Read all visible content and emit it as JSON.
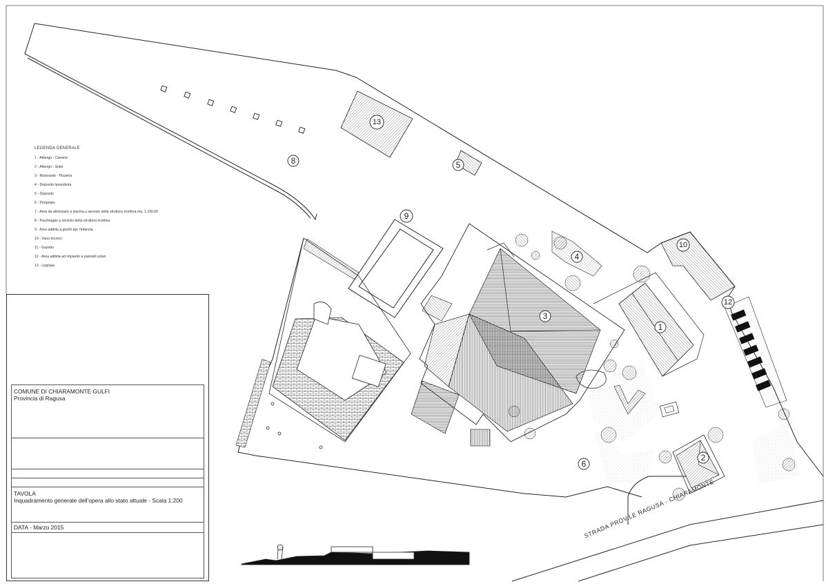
{
  "legend": {
    "title": "LEGENDA GENERALE",
    "items": [
      "1 - Albergo - Camere",
      "2 - Albergo - Suite",
      "3 - Ristorante - Pizzeria",
      "4 - Deposito lavanderia",
      "5 - Deposito",
      "6 - Pergolato",
      "7 - Area da attrezzare a piscina a servizio della struttura ricettiva mq. 1.230,00",
      "8 - Parcheggio a servizio della struttura ricettiva",
      "9 - Area adibita a giochi per l'infanzia",
      "10 - Vano tecnico",
      "11 - Gazebo",
      "12 - Area adibita ad impianto a pannelli solari",
      "13 - Legnaia"
    ]
  },
  "title_block": {
    "comune": "COMUNE DI CHIARAMONTE GULFI",
    "provincia": "Provincia di Ragusa",
    "tavola_label": "TAVOLA",
    "tavola_desc": "Inquadramento generale dell'opera allo stato attuale - Scala 1:200",
    "data": "DATA - Marzo 2015"
  },
  "road_label": "STRADA PROV.LE RAGUSA - CHIARAMONTE",
  "area_labels": {
    "n1": "1",
    "n2": "2",
    "n3": "3",
    "n4": "4",
    "n5": "5",
    "n6": "6",
    "n8": "8",
    "n9": "9",
    "n10": "10",
    "n12": "12",
    "n13": "13"
  },
  "colors": {
    "line": "#222222",
    "hatch": "#444444",
    "stipple": "#888888"
  }
}
